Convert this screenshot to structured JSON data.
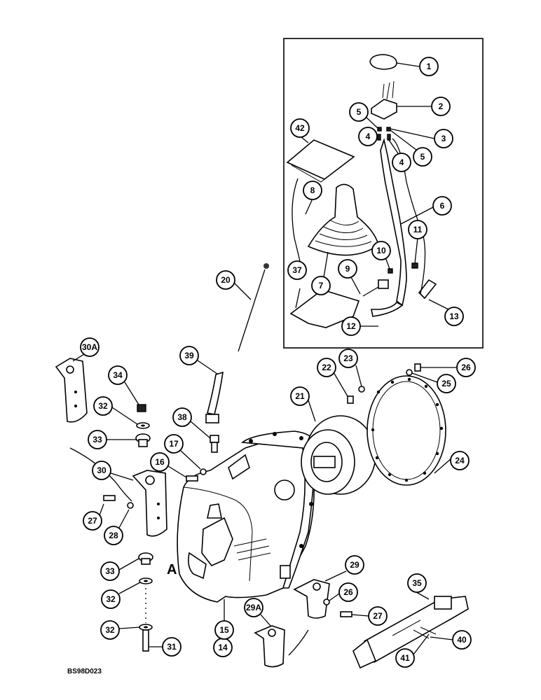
{
  "drawing_code": "BS98D023",
  "view_marker": "A",
  "callouts": [
    {
      "label": "1"
    },
    {
      "label": "2"
    },
    {
      "label": "3"
    },
    {
      "label": "4"
    },
    {
      "label": "4"
    },
    {
      "label": "5"
    },
    {
      "label": "5"
    },
    {
      "label": "6"
    },
    {
      "label": "7"
    },
    {
      "label": "8"
    },
    {
      "label": "9"
    },
    {
      "label": "10"
    },
    {
      "label": "11"
    },
    {
      "label": "12"
    },
    {
      "label": "13"
    },
    {
      "label": "14"
    },
    {
      "label": "15"
    },
    {
      "label": "16"
    },
    {
      "label": "17"
    },
    {
      "label": "20"
    },
    {
      "label": "21"
    },
    {
      "label": "22"
    },
    {
      "label": "23"
    },
    {
      "label": "24"
    },
    {
      "label": "25"
    },
    {
      "label": "26"
    },
    {
      "label": "26"
    },
    {
      "label": "27"
    },
    {
      "label": "27"
    },
    {
      "label": "28"
    },
    {
      "label": "29"
    },
    {
      "label": "29A"
    },
    {
      "label": "30"
    },
    {
      "label": "30A"
    },
    {
      "label": "31"
    },
    {
      "label": "32"
    },
    {
      "label": "32"
    },
    {
      "label": "32"
    },
    {
      "label": "33"
    },
    {
      "label": "33"
    },
    {
      "label": "34"
    },
    {
      "label": "35"
    },
    {
      "label": "37"
    },
    {
      "label": "38"
    },
    {
      "label": "39"
    },
    {
      "label": "40"
    },
    {
      "label": "41"
    },
    {
      "label": "42"
    }
  ]
}
